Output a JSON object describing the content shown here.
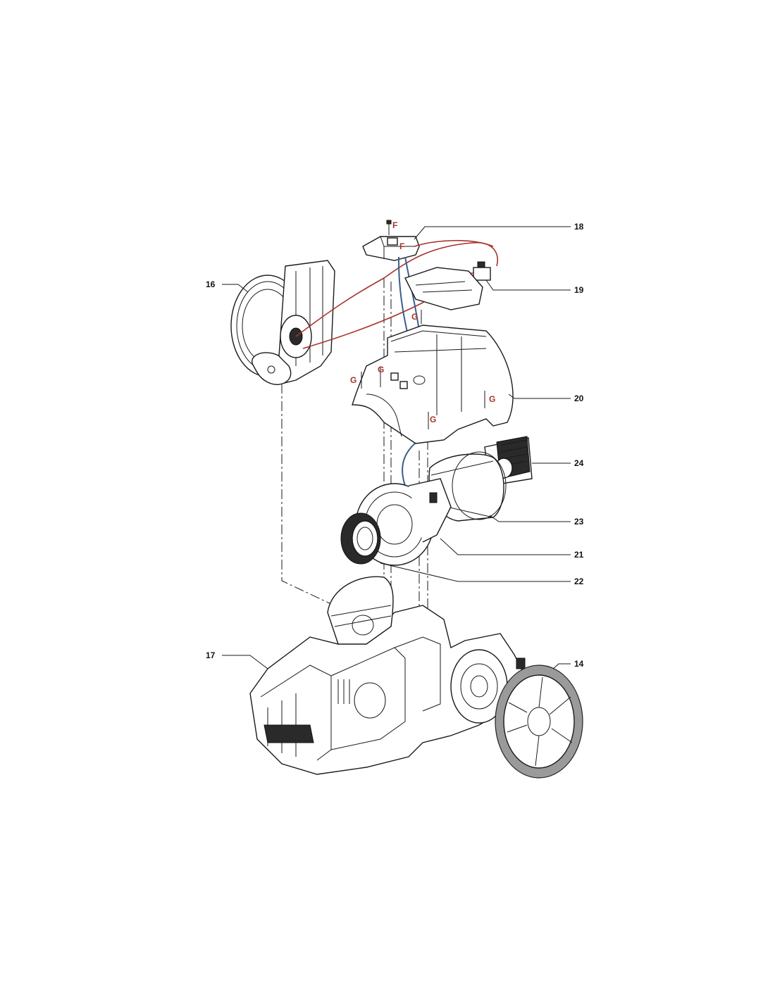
{
  "diagram": {
    "part_numbers": {
      "p14": "14",
      "p16": "16",
      "p17": "17",
      "p18": "18",
      "p19": "19",
      "p20": "20",
      "p21": "21",
      "p22": "22",
      "p23": "23",
      "p24": "24"
    },
    "fastener_codes": {
      "f_top": "F",
      "f_mid": "F",
      "g_1": "G",
      "g_2": "G",
      "g_3": "G",
      "g_4": "G",
      "g_5": "G"
    },
    "colors": {
      "fastener_code": "#a8322b",
      "power_wire": "#a8322b",
      "signal_wire": "#3c5d8c",
      "line_art": "#1a1a1a"
    }
  }
}
